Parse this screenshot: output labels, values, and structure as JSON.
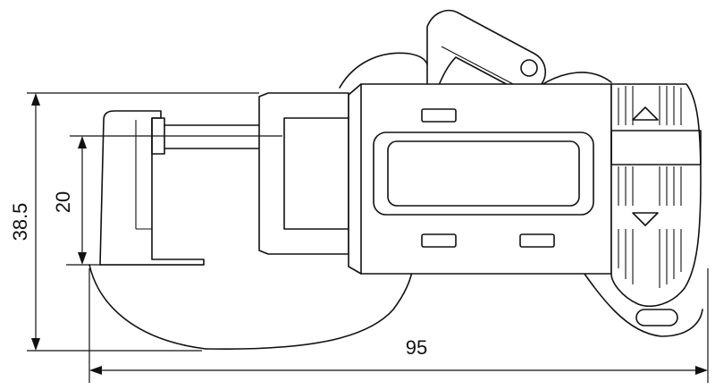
{
  "dimensions": {
    "height_overall": "38.5",
    "jaw_depth": "20",
    "width_overall": "95"
  },
  "colors": {
    "line": "#111111",
    "background": "#ffffff"
  },
  "icons": {
    "up_button": "triangle-up-icon",
    "down_button": "triangle-down-icon"
  }
}
